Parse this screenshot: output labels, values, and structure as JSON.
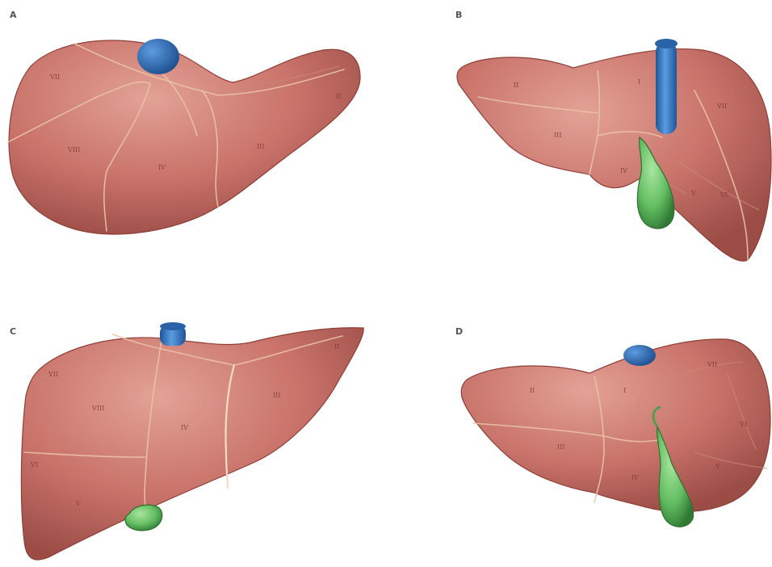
{
  "panels": [
    {
      "letter": "A",
      "segments": [
        "VII",
        "VIII",
        "IV",
        "III",
        "II"
      ]
    },
    {
      "letter": "B",
      "segments": [
        "II",
        "I",
        "VII",
        "III",
        "IV",
        "V",
        "VI"
      ]
    },
    {
      "letter": "C",
      "segments": [
        "VII",
        "VIII",
        "IV",
        "III",
        "II",
        "VI",
        "V"
      ]
    },
    {
      "letter": "D",
      "segments": [
        "II",
        "I",
        "VII",
        "III",
        "IV",
        "V",
        "VI"
      ]
    }
  ],
  "colors": {
    "liver_fill": "#c9736b",
    "liver_highlight": "#e09a8d",
    "liver_shadow": "#9a4c45",
    "vena_cava": "#2d6fb5",
    "gallbladder": "#6cc46a"
  }
}
